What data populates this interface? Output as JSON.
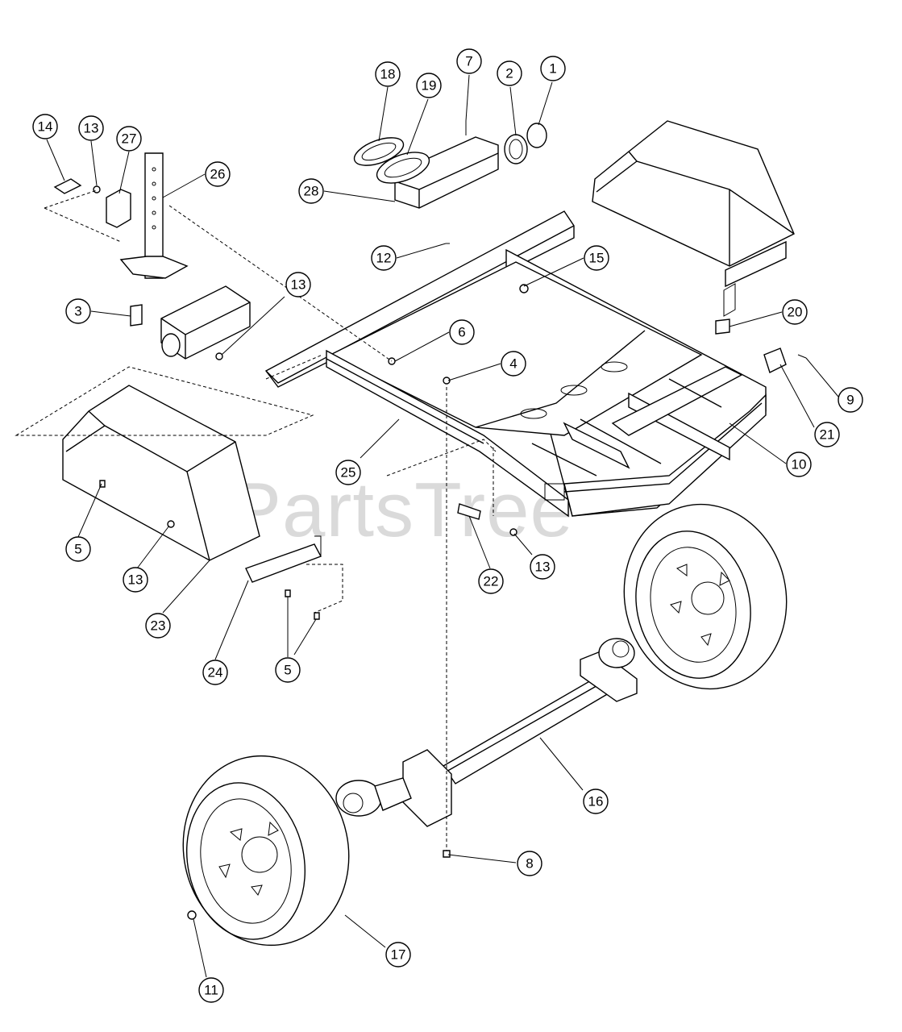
{
  "watermark": "PartsTree",
  "callouts": [
    {
      "label": "1"
    },
    {
      "label": "2"
    },
    {
      "label": "7"
    },
    {
      "label": "19"
    },
    {
      "label": "18"
    },
    {
      "label": "28"
    },
    {
      "label": "14"
    },
    {
      "label": "13"
    },
    {
      "label": "27"
    },
    {
      "label": "26"
    },
    {
      "label": "12"
    },
    {
      "label": "15"
    },
    {
      "label": "3"
    },
    {
      "label": "13"
    },
    {
      "label": "6"
    },
    {
      "label": "20"
    },
    {
      "label": "4"
    },
    {
      "label": "9"
    },
    {
      "label": "21"
    },
    {
      "label": "10"
    },
    {
      "label": "25"
    },
    {
      "label": "5"
    },
    {
      "label": "13"
    },
    {
      "label": "23"
    },
    {
      "label": "22"
    },
    {
      "label": "13"
    },
    {
      "label": "24"
    },
    {
      "label": "5"
    },
    {
      "label": "16"
    },
    {
      "label": "8"
    },
    {
      "label": "17"
    },
    {
      "label": "11"
    }
  ]
}
